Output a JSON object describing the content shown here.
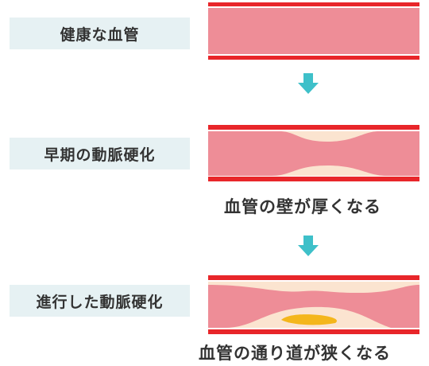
{
  "stages": [
    {
      "label": "健康な血管",
      "caption": ""
    },
    {
      "label": "早期の動脈硬化",
      "caption": "血管の壁が厚くなる"
    },
    {
      "label": "進行した動脈硬化",
      "caption": "血管の通り道が狭くなる"
    }
  ],
  "colors": {
    "label_bg": "#e6f1f3",
    "vessel_wall": "#e8262a",
    "vessel_lumen": "#ee8d97",
    "plaque": "#fbe4d0",
    "plaque_core": "#f4b61c",
    "arrow": "#3ec0c9"
  }
}
